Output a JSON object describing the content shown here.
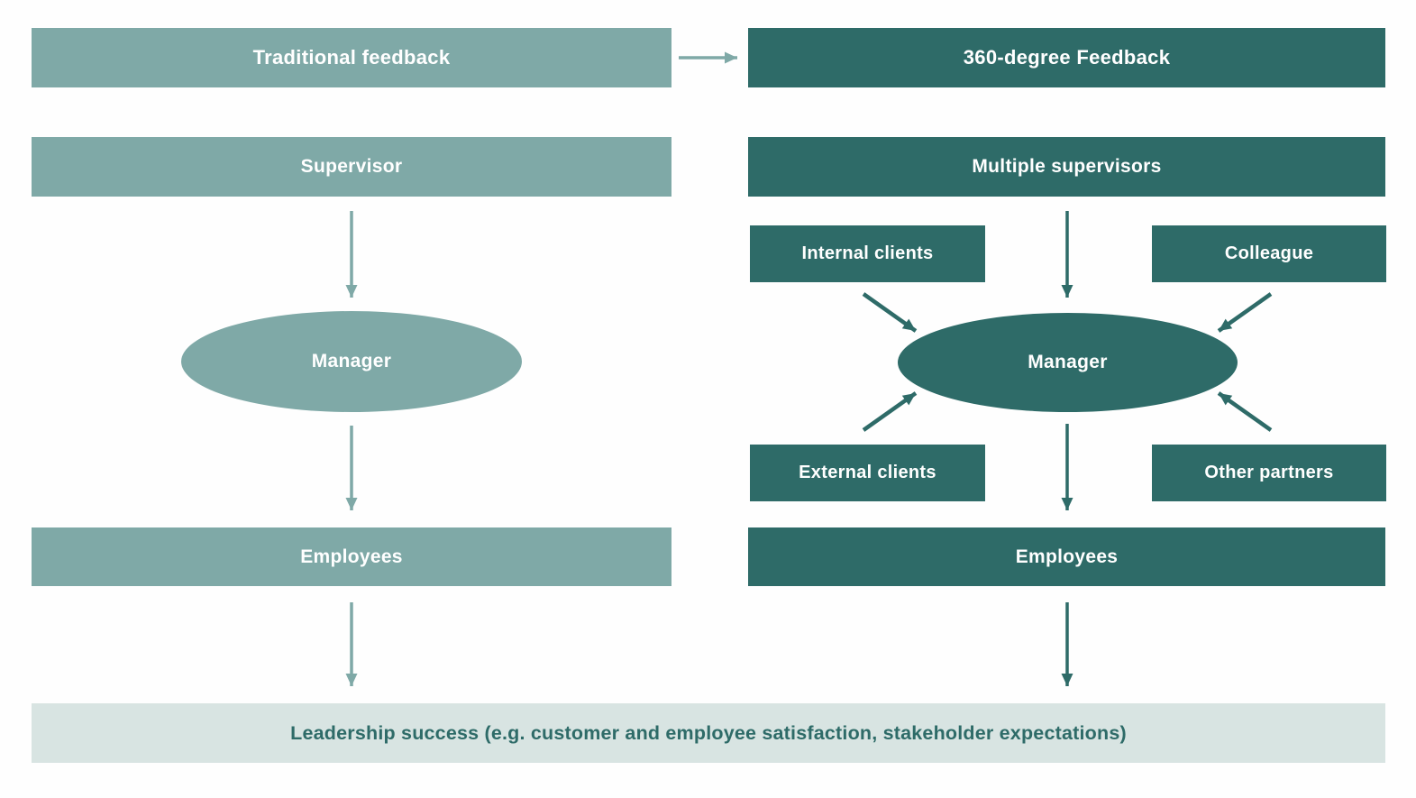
{
  "left_column": {
    "header": "Traditional feedback",
    "supervisor": "Supervisor",
    "manager": "Manager",
    "employees": "Employees"
  },
  "right_column": {
    "header": "360-degree Feedback",
    "multiple_supervisors": "Multiple supervisors",
    "internal_clients": "Internal clients",
    "colleague": "Colleague",
    "manager": "Manager",
    "external_clients": "External clients",
    "other_partners": "Other partners",
    "employees": "Employees"
  },
  "footer": {
    "label": "Leadership success (e.g. customer and employee satisfaction, stakeholder expectations)"
  },
  "colors": {
    "light_teal": "#7fa9a7",
    "dark_teal": "#2e6b68",
    "pale_teal": "#d8e4e2",
    "box_text": "#ffffff",
    "footer_text": "#2e6b68",
    "background": "#fefefe"
  }
}
